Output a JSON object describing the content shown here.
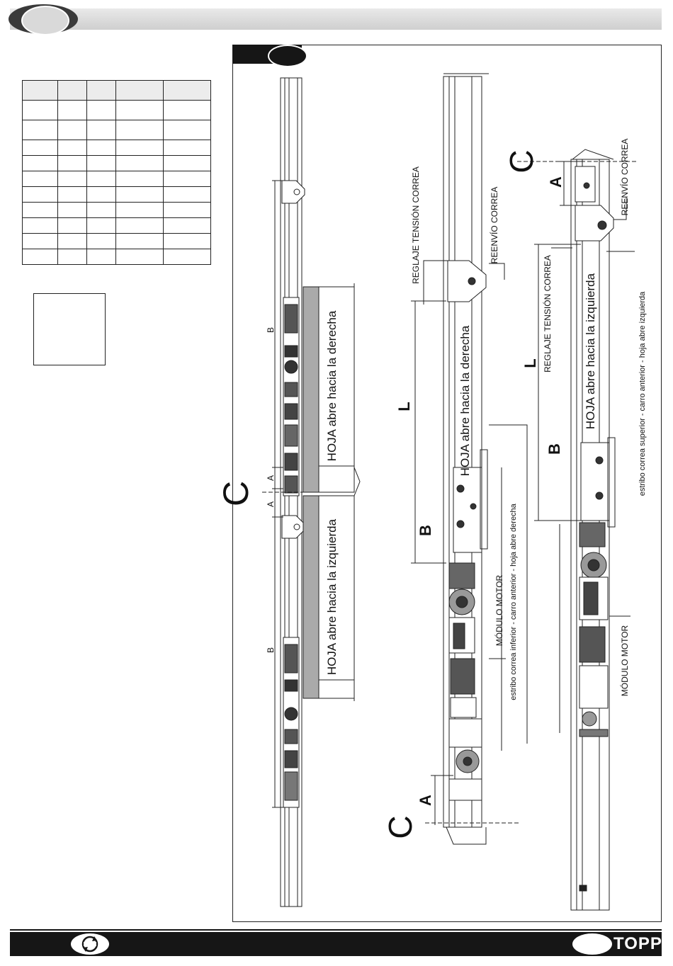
{
  "brand": {
    "logo": "TOPP"
  },
  "diagram": {
    "labels": {
      "dim_a": "A",
      "dim_b": "B",
      "dim_c": "C",
      "dim_l": "L",
      "hoja_derecha": "HOJA abre hacia la derecha",
      "hoja_izquierda": "HOJA abre hacia la izquierda",
      "reglaje": "REGLAJE TENSIÓN CORREA",
      "reenvio": "REENVÍO CORREA",
      "modulo_motor": "MÓDULO MOTOR",
      "estribo_inferior": "estribo correa inferior - carro anterior - hoja abre derecha",
      "estribo_superior": "estribo correa superior - carro anterior - hoja abre izquierda"
    }
  }
}
